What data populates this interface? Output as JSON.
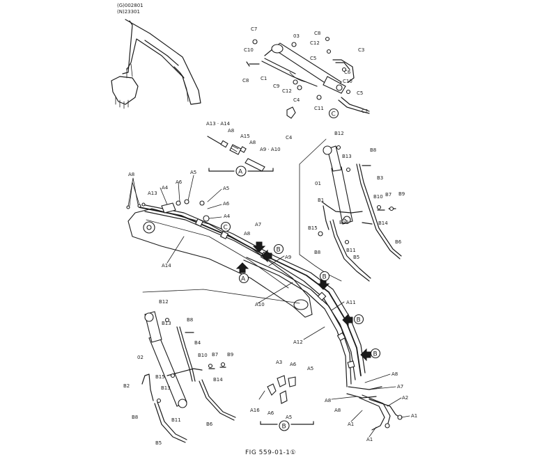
{
  "header": {
    "line1": "(G)002801",
    "line2": "(N)23301"
  },
  "caption": {
    "text": "FIG 559-01-1①"
  },
  "labels": {
    "C7": "C7",
    "C8": "C8",
    "C10": "C10",
    "C12": "C12",
    "C5": "C5",
    "C6": "C6",
    "C3": "C3",
    "C1": "C1",
    "C9": "C9",
    "C11": "C11",
    "C2": "C2",
    "C4": "C4",
    "03": "03",
    "A13A14": "A13 · A14",
    "A8": "A8",
    "A15": "A15",
    "A9A10": "A9 · A10",
    "A4": "A4",
    "A5": "A5",
    "A6": "A6",
    "A13": "A13",
    "A14": "A14",
    "A7": "A7",
    "A9": "A9",
    "A10": "A10",
    "A11": "A11",
    "A12": "A12",
    "A16": "A16",
    "A3": "A3",
    "A2": "A2",
    "A1": "A1",
    "B12": "B12",
    "B13": "B13",
    "B8": "B8",
    "B3": "B3",
    "B4": "B4",
    "01": "01",
    "02": "02",
    "B1": "B1",
    "B15": "B15",
    "B10": "B10",
    "B7": "B7",
    "B9": "B9",
    "B14": "B14",
    "B11": "B11",
    "B6": "B6",
    "B5": "B5",
    "B2": "B2"
  },
  "detail_marks": {
    "A": "A",
    "B": "B",
    "C": "C"
  }
}
